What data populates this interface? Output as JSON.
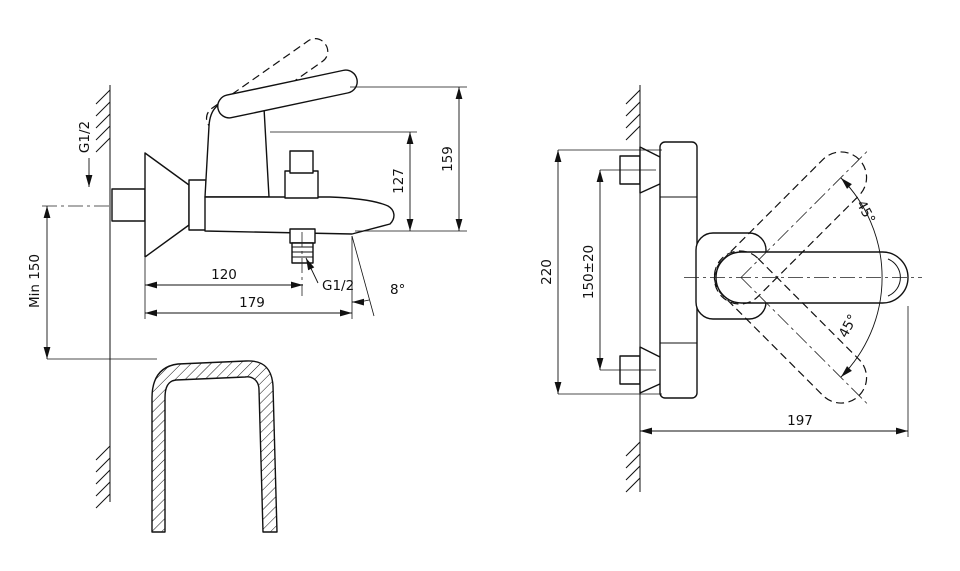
{
  "colors": {
    "background": "#ffffff",
    "line": "#111111"
  },
  "side_view": {
    "labels": {
      "wall_thread": "G1/2",
      "min_height": "Min 150",
      "wall_to_shower_outlet": "120",
      "wall_to_spout": "179",
      "shower_outlet_thread": "G1/2",
      "spout_angle": "8°",
      "body_height": "127",
      "overall_height": "159"
    }
  },
  "front_view": {
    "labels": {
      "overall_height": "220",
      "connection_centers": "150±20",
      "overall_width": "197",
      "handle_swing_up": "45°",
      "handle_swing_down": "45°"
    }
  }
}
